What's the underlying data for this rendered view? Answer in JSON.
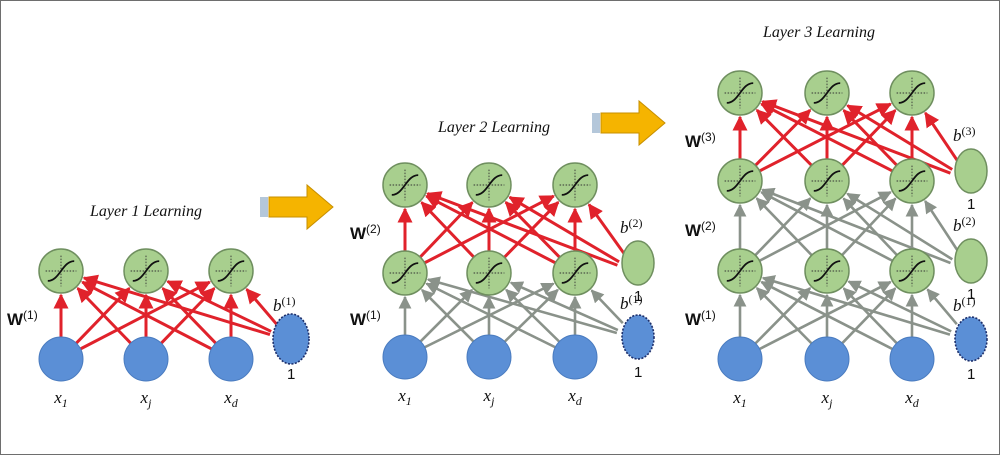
{
  "panels": [
    {
      "title": "Layer 1 Learning",
      "weights": [
        "W(1)"
      ],
      "biases": [
        "b(1)"
      ],
      "inputs": [
        "x1",
        "xj",
        "xd"
      ],
      "bias_constant": "1"
    },
    {
      "title": "Layer 2 Learning",
      "weights": [
        "W(1)",
        "W(2)"
      ],
      "biases": [
        "b(1)",
        "b(2)"
      ],
      "inputs": [
        "x1",
        "xj",
        "xd"
      ],
      "bias_constant": "1"
    },
    {
      "title": "Layer 3 Learning",
      "weights": [
        "W(1)",
        "W(2)",
        "W(3)"
      ],
      "biases": [
        "b(1)",
        "b(2)",
        "b(3)"
      ],
      "inputs": [
        "x1",
        "xj",
        "xd"
      ],
      "bias_constant": "1"
    }
  ],
  "colors": {
    "input_node": "#5b8fd6",
    "hidden_node": "#a8cf8e",
    "active_edge": "#e0222b",
    "frozen_edge": "#8a928a",
    "arrow": "#f5b400",
    "node_outline": "#6f8f5f"
  },
  "icons": {
    "neuron": "sigmoid-neuron-icon",
    "arrow": "right-arrow-icon"
  }
}
